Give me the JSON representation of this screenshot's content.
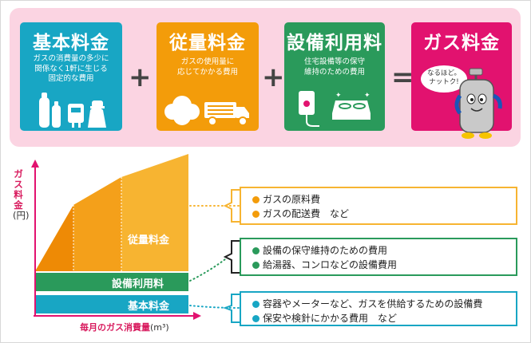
{
  "formula": {
    "basic": {
      "title": "基本料金",
      "description": [
        "ガスの消費量の多少に",
        "関係なく1軒に生じる",
        "固定的な費用"
      ]
    },
    "variable": {
      "title": "従量料金",
      "description": [
        "ガスの使用量に",
        "応じてかかる費用"
      ]
    },
    "equipment": {
      "title": "設備利用料",
      "description": [
        "住宅設備等の保守",
        "維持のための費用"
      ]
    },
    "total": {
      "title": "ガス料金",
      "bubble": [
        "なるほど。",
        "ナットク!"
      ]
    },
    "operators": {
      "plus": "+",
      "equals": "="
    }
  },
  "chart": {
    "y_axis_label": "ガス料金",
    "y_axis_unit": "(円)",
    "x_axis_label": "毎月のガス消費量",
    "x_axis_unit": "(m³)",
    "layers": {
      "variable": "従量料金",
      "equipment": "設備利用料",
      "basic": "基本料金"
    },
    "details": {
      "variable": [
        "ガスの原料費",
        "ガスの配送費　など"
      ],
      "equipment": [
        "設備の保守維持のための費用",
        "給湯器、コンロなどの設備費用"
      ],
      "basic": [
        "容器やメーターなど、ガスを供給するための設備費",
        "保安や検針にかかる費用　など"
      ]
    }
  },
  "colors": {
    "basic": "#18a6c4",
    "variable": "#f39c0a",
    "equipment": "#2a9a5b",
    "total": "#e2126f",
    "band": "#fbd4e2",
    "axis": "#e2126f"
  }
}
